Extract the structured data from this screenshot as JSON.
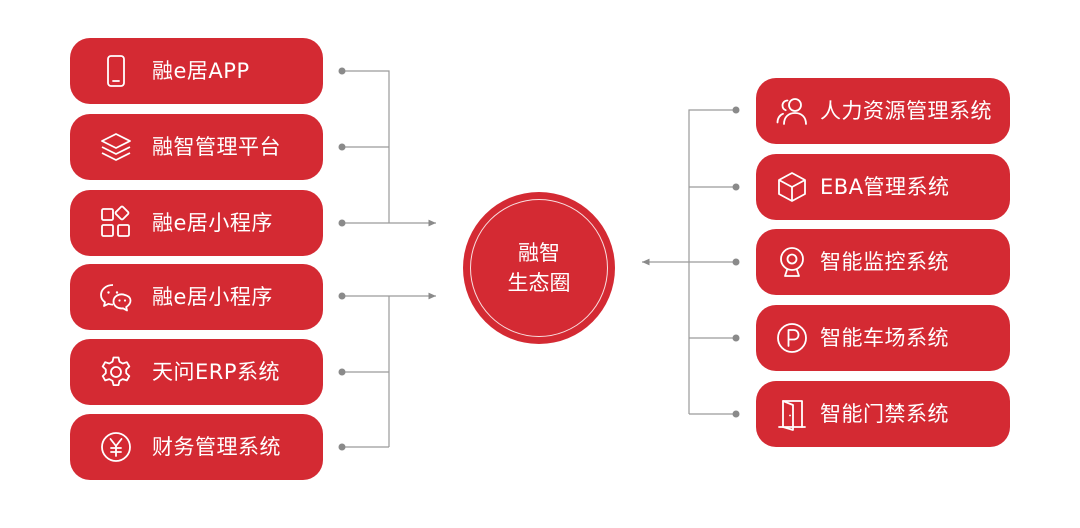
{
  "center": {
    "line1": "融智",
    "line2": "生态圈"
  },
  "left_items": [
    {
      "label": "融e居APP",
      "icon": "smartphone-icon"
    },
    {
      "label": "融智管理平台",
      "icon": "layers-icon"
    },
    {
      "label": "融e居小程序",
      "icon": "apps-grid-icon"
    },
    {
      "label": "融e居小程序",
      "icon": "wechat-icon"
    },
    {
      "label": "天问ERP系统",
      "icon": "gear-icon"
    },
    {
      "label": "财务管理系统",
      "icon": "yen-icon"
    }
  ],
  "right_items": [
    {
      "label": "人力资源管理系统",
      "icon": "users-icon"
    },
    {
      "label": "EBA管理系统",
      "icon": "cube-icon"
    },
    {
      "label": "智能监控系统",
      "icon": "camera-icon"
    },
    {
      "label": "智能车场系统",
      "icon": "parking-icon"
    },
    {
      "label": "智能门禁系统",
      "icon": "door-icon"
    }
  ],
  "colors": {
    "accent": "#d42a33",
    "connector": "#9a9a9a",
    "background": "#ffffff"
  }
}
